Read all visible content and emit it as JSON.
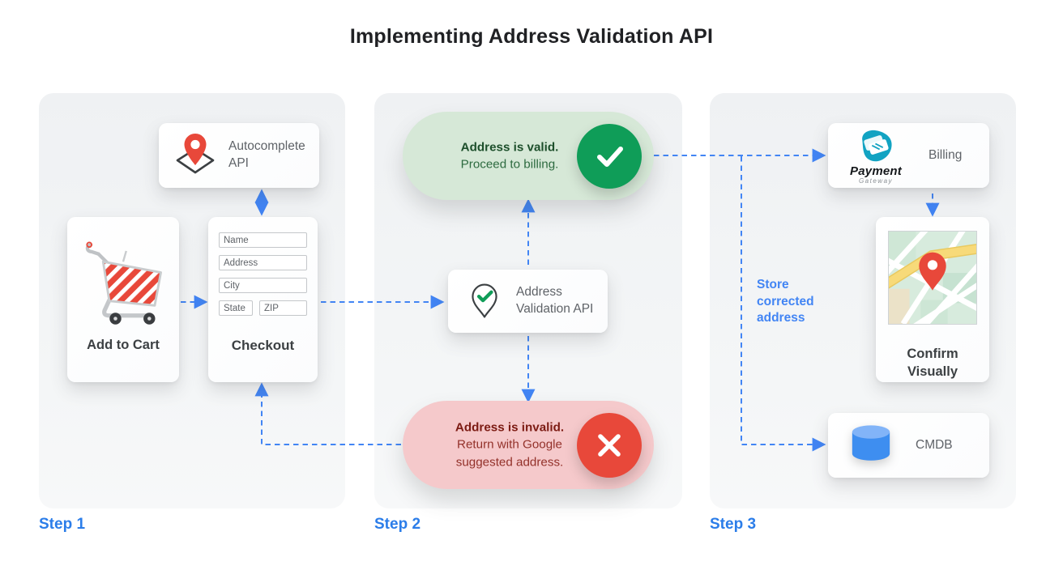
{
  "title": "Implementing Address Validation API",
  "colors": {
    "arrow_blue": "#4285f4",
    "step_label_blue": "#2b7de9",
    "valid_green": "#0f9d58",
    "valid_pill_bg": "#d6e8d7",
    "invalid_red": "#e8483a",
    "invalid_pill_bg": "#f5c9cb",
    "panel_bg": "#f1f3f4"
  },
  "step1": {
    "label": "Step 1",
    "autocomplete_card": {
      "label": "Autocomplete API",
      "icon": "map-pin-diamond-icon"
    },
    "add_to_cart_card": {
      "label": "Add to Cart",
      "icon": "shopping-cart-icon"
    },
    "checkout_card": {
      "label": "Checkout",
      "fields": {
        "name": "Name",
        "address": "Address",
        "city": "City",
        "state": "State",
        "zip": "ZIP"
      }
    }
  },
  "step2": {
    "label": "Step 2",
    "valid_pill": {
      "title": "Address is valid.",
      "subtitle": "Proceed to billing.",
      "icon": "check-circle-icon"
    },
    "invalid_pill": {
      "title": "Address is invalid.",
      "subtitle": "Return with Google suggested address.",
      "icon": "x-circle-icon"
    },
    "validation_card": {
      "label": "Address Validation API",
      "icon": "pin-check-icon"
    }
  },
  "step3": {
    "label": "Step 3",
    "billing_card": {
      "label": "Billing",
      "logo_title": "Payment",
      "logo_subtitle": "Gateway",
      "icon": "payment-gateway-logo-icon"
    },
    "confirm_card": {
      "label": "Confirm Visually",
      "icon": "map-thumbnail-icon"
    },
    "cmdb_card": {
      "label": "CMDB",
      "icon": "database-cylinder-icon"
    },
    "store_note": "Store corrected address"
  }
}
